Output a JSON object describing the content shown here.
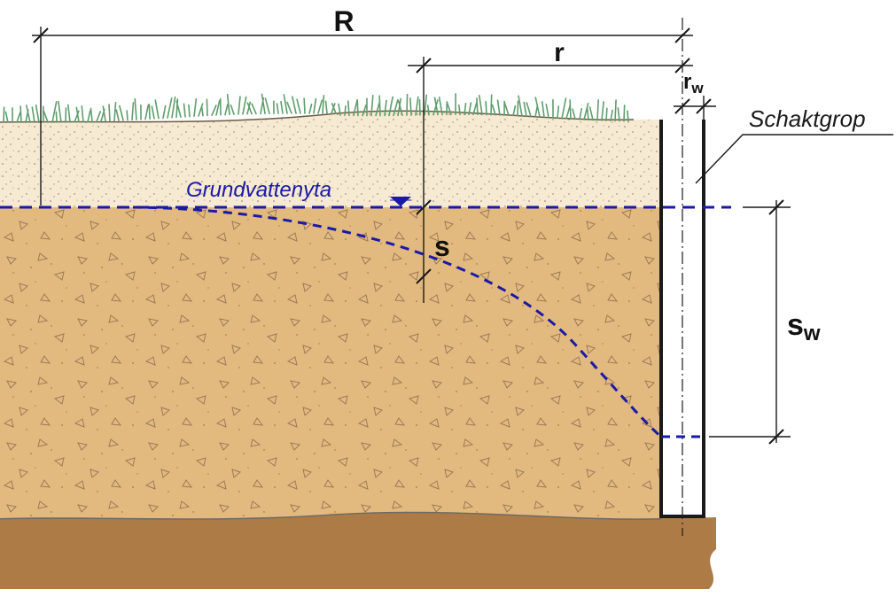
{
  "labels": {
    "big_radius": "R",
    "radius": "r",
    "well_radius_main": "r",
    "well_radius_sub": "w",
    "drawdown": "s",
    "well_drawdown_main": "s",
    "well_drawdown_sub": "w",
    "groundwater": "Grundvattenyta",
    "well": "Schaktgrop"
  },
  "colors": {
    "topsoil": "#f6ead2",
    "aquifer": "#e2b97f",
    "bedrock": "#ad7c46",
    "grass": "#5e9e6c",
    "water_line": "#1a1aa6",
    "dim_line": "#1a1a1a",
    "pebble": "#9b7a55"
  },
  "icons": [
    "water-level-triangle-icon",
    "grass-icon"
  ]
}
